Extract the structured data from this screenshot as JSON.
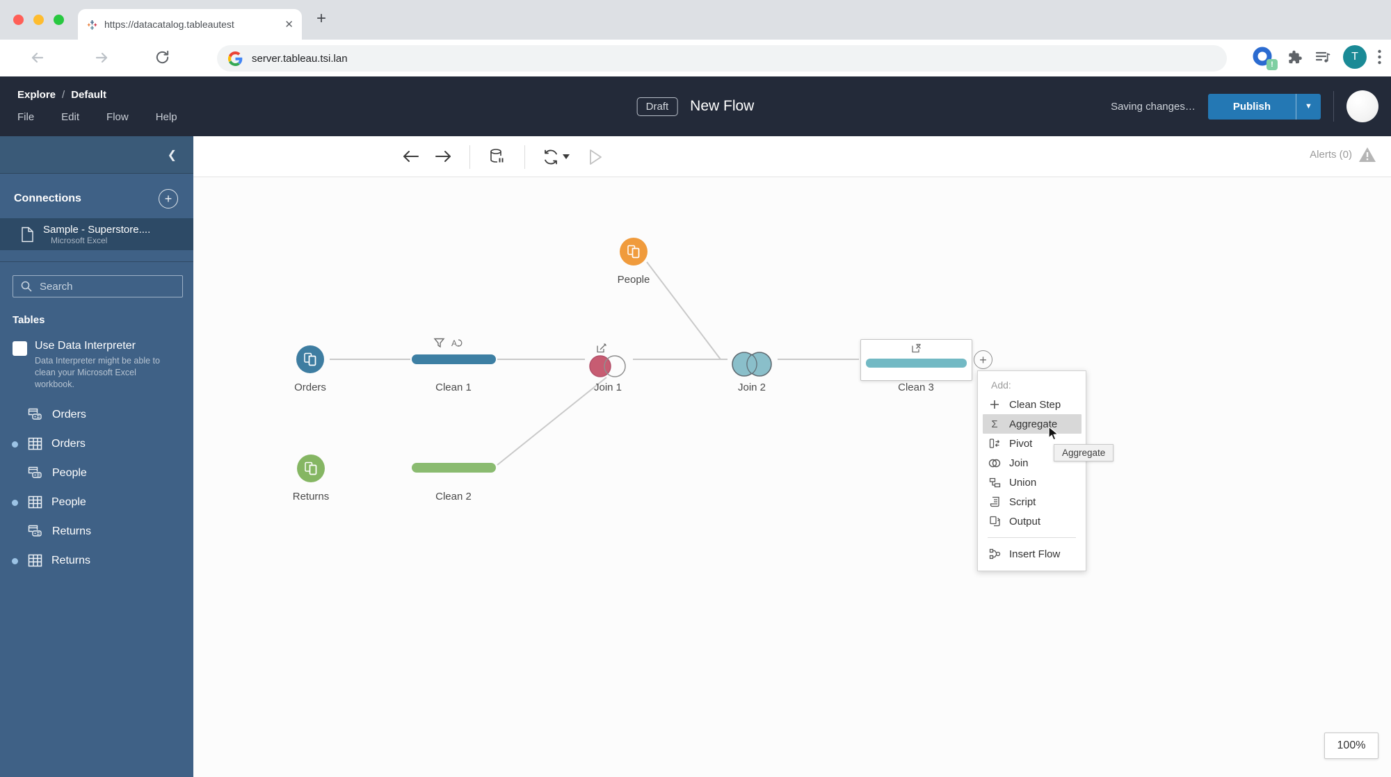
{
  "browser": {
    "tab": {
      "title": "https://datacatalog.tableautest",
      "close_glyph": "✕",
      "new_tab_glyph": "+"
    },
    "url": "server.tableau.tsi.lan",
    "profile_initial": "T",
    "extension_badge": "!"
  },
  "header": {
    "breadcrumb": {
      "root": "Explore",
      "sep": "/",
      "current": "Default"
    },
    "menus": [
      "File",
      "Edit",
      "Flow",
      "Help"
    ],
    "draft_badge": "Draft",
    "title": "New Flow",
    "saving_status": "Saving changes…",
    "publish_label": "Publish",
    "publish_caret": "▼"
  },
  "toolbar": {
    "alerts_label": "Alerts (0)"
  },
  "sidebar": {
    "collapse_glyph": "❮",
    "connections_title": "Connections",
    "add_connection_glyph": "+",
    "connection": {
      "name": "Sample - Superstore....",
      "type": "Microsoft Excel"
    },
    "search_placeholder": "Search",
    "tables_title": "Tables",
    "interpreter": {
      "label": "Use Data Interpreter",
      "description": "Data Interpreter might be able to clean your Microsoft Excel workbook."
    },
    "tables": [
      {
        "name": "Orders",
        "icon": "sheet-icon",
        "in_flow": false
      },
      {
        "name": "Orders",
        "icon": "table-icon",
        "in_flow": true
      },
      {
        "name": "People",
        "icon": "sheet-icon",
        "in_flow": false
      },
      {
        "name": "People",
        "icon": "table-icon",
        "in_flow": true
      },
      {
        "name": "Returns",
        "icon": "sheet-icon",
        "in_flow": false
      },
      {
        "name": "Returns",
        "icon": "table-icon",
        "in_flow": true
      }
    ]
  },
  "canvas": {
    "nodes": {
      "people": {
        "label": "People",
        "type": "input",
        "color": "#F09B3C"
      },
      "orders": {
        "label": "Orders",
        "type": "input",
        "color": "#3E7DA1"
      },
      "clean1": {
        "label": "Clean 1",
        "type": "clean",
        "color": "#3D7FA3",
        "badges": [
          "filter",
          "rename"
        ]
      },
      "join1": {
        "label": "Join 1",
        "type": "join",
        "color": "#C75C72",
        "badges": [
          "edit"
        ]
      },
      "join2": {
        "label": "Join 2",
        "type": "join",
        "color": "#8ABFCA"
      },
      "clean3": {
        "label": "Clean 3",
        "type": "clean",
        "color": "#72B9C4",
        "selected": true,
        "badges": [
          "remove-field"
        ]
      },
      "returns": {
        "label": "Returns",
        "type": "input",
        "color": "#85B663"
      },
      "clean2": {
        "label": "Clean 2",
        "type": "clean",
        "color": "#8ABB70"
      }
    },
    "add_button_glyph": "+",
    "zoom_level": "100%"
  },
  "context_menu": {
    "header": "Add:",
    "items": [
      {
        "label": "Clean Step",
        "icon": "plus-icon"
      },
      {
        "label": "Aggregate",
        "icon": "sigma-icon",
        "highlighted": true
      },
      {
        "label": "Pivot",
        "icon": "pivot-icon"
      },
      {
        "label": "Join",
        "icon": "join-icon"
      },
      {
        "label": "Union",
        "icon": "union-icon"
      },
      {
        "label": "Script",
        "icon": "script-icon"
      },
      {
        "label": "Output",
        "icon": "output-icon"
      }
    ],
    "footer_item": {
      "label": "Insert Flow",
      "icon": "insert-flow-icon"
    },
    "tooltip": "Aggregate"
  }
}
